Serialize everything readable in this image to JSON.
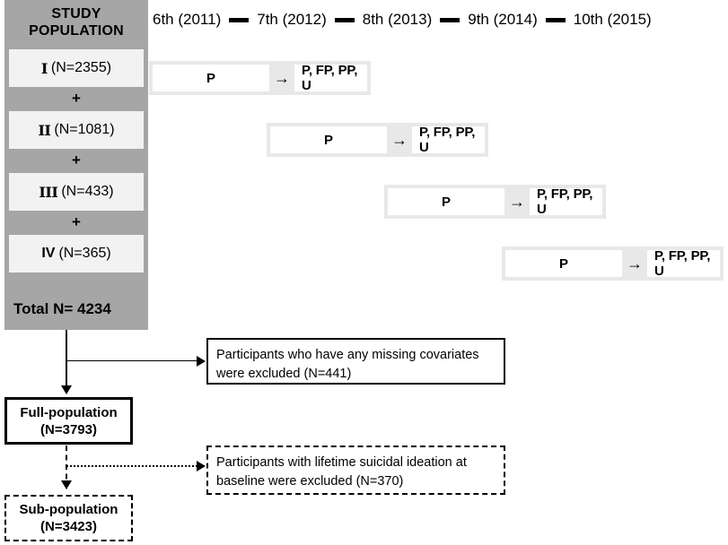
{
  "study_population": {
    "title_line1": "STUDY",
    "title_line2": "POPULATION",
    "cohorts": [
      {
        "roman": "I",
        "n_label": "(N=2355)"
      },
      {
        "roman": "II",
        "n_label": "(N=1081)"
      },
      {
        "roman": "III",
        "n_label": "(N=433)"
      },
      {
        "roman": "IV",
        "n_label": "(N=365)"
      }
    ],
    "plus_symbol": "+",
    "total_label": "Total N= 4234",
    "panel_color": "#a6a6a6",
    "cohort_box_color": "#f2f2f2"
  },
  "timeline": {
    "waves": [
      "6th (2011)",
      "7th (2012)",
      "8th (2013)",
      "9th (2014)",
      "10th (2015)"
    ],
    "separator": "dash"
  },
  "wave_rows": [
    {
      "wave": "6th (2011)",
      "exposure": "P",
      "outcomes": "P, FP, PP, U"
    },
    {
      "wave": "7th (2012)",
      "exposure": "P",
      "outcomes": "P, FP, PP, U"
    },
    {
      "wave": "8th (2013)",
      "exposure": "P",
      "outcomes": "P, FP, PP, U"
    },
    {
      "wave": "9th (2014)",
      "exposure": "P",
      "outcomes": "P, FP, PP, U"
    }
  ],
  "arrow_glyph": "→",
  "flow": {
    "exclusion_1": "Participants who have any missing covariates were excluded (N=441)",
    "exclusion_2": "Participants with lifetime suicidal ideation at baseline were excluded (N=370)",
    "full_population": {
      "label": "Full-population",
      "n_label": "(N=3793)"
    },
    "sub_population": {
      "label": "Sub-population",
      "n_label": "(N=3423)"
    }
  }
}
